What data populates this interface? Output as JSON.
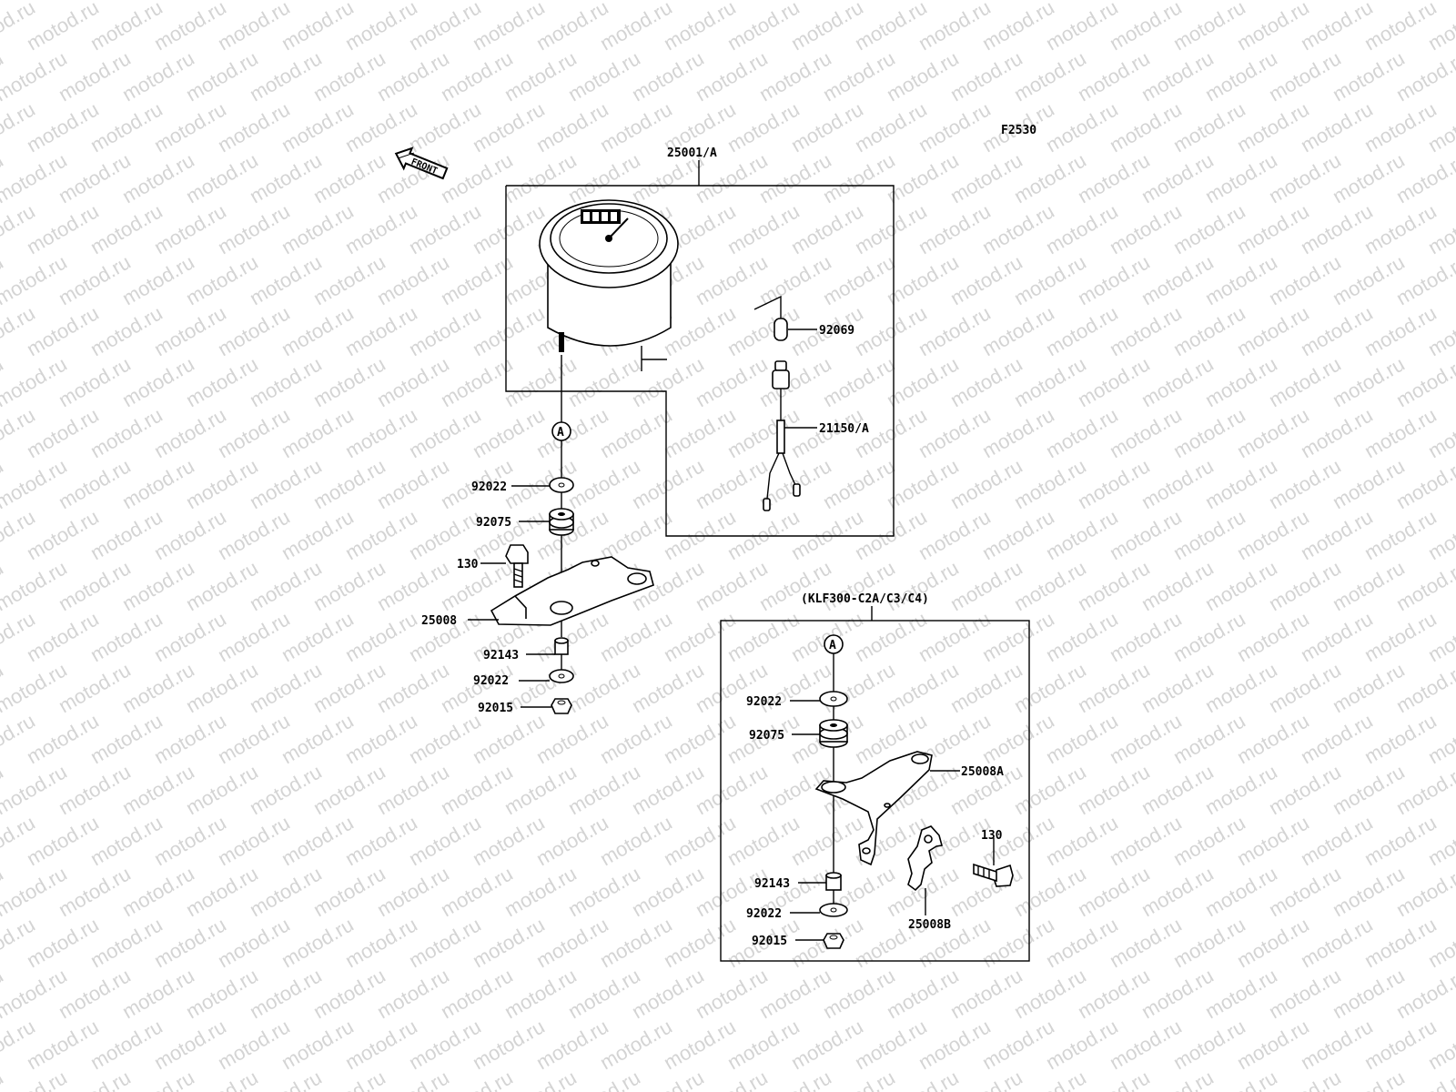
{
  "watermark_text": "motod.ru",
  "figure_code": "F2530",
  "front_arrow_text": "FRONT",
  "ref_marker": "A",
  "main_assembly": {
    "title": "25001/A",
    "labels": {
      "bulb": "92069",
      "socket": "21150/A",
      "washer_top": "92022",
      "grommet": "92075",
      "bolt": "130",
      "bracket": "25008",
      "collar": "92143",
      "washer_bottom": "92022",
      "nut": "92015"
    }
  },
  "variant_assembly": {
    "title": "(KLF300-C2A/C3/C4)",
    "labels": {
      "washer_top": "92022",
      "grommet": "92075",
      "bracket_a": "25008A",
      "bolt": "130",
      "collar": "92143",
      "bracket_b": "25008B",
      "washer_bottom": "92022",
      "nut": "92015"
    }
  }
}
